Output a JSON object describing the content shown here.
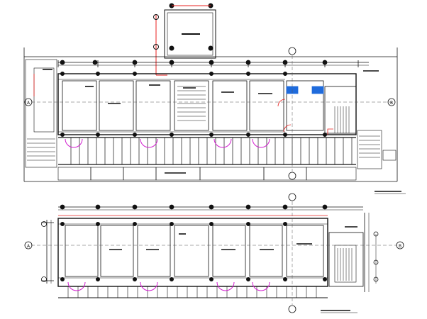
{
  "drawing": {
    "sheet_title": "",
    "colors": {
      "line": "#111111",
      "grid": "#555555",
      "red": "#e8201f",
      "magenta": "#d21ccf",
      "blue": "#1f6bdc",
      "paper": "#ffffff"
    }
  },
  "upper_plan": {
    "grid_bubbles_left": [
      "A"
    ],
    "grid_bubbles_right": [
      "B"
    ],
    "stair_label": ""
  },
  "lower_plan": {
    "grid_bubbles_left": [
      "A"
    ],
    "grid_bubbles_right": [
      "B"
    ]
  }
}
